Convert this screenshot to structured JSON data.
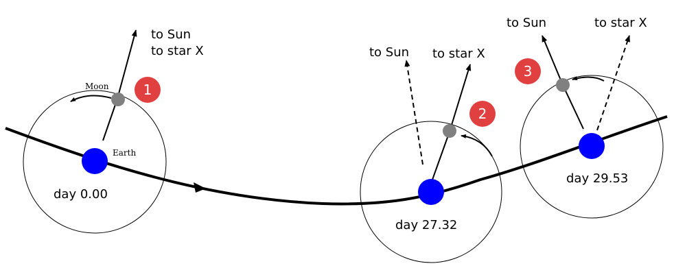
{
  "labels": {
    "moon": "Moon",
    "earth": "Earth",
    "to_sun": "to Sun",
    "to_star": "to star X"
  },
  "positions": [
    {
      "number": "1",
      "day": "day 0.00"
    },
    {
      "number": "2",
      "day": "day 27.32"
    },
    {
      "number": "3",
      "day": "day 29.53"
    }
  ],
  "colors": {
    "earth": "#0000ff",
    "moon": "#808080",
    "badge": "#e0403f",
    "line": "#000000"
  }
}
